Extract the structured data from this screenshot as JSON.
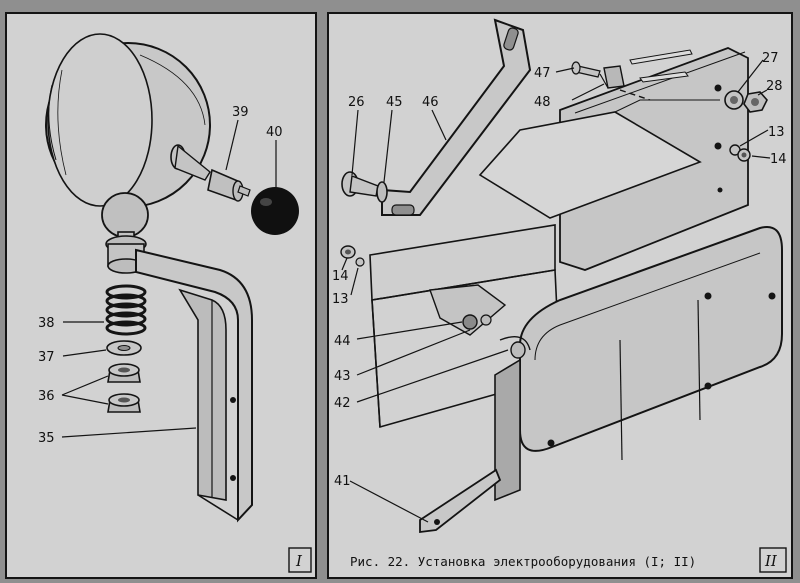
{
  "panel_left": {
    "roman": "I",
    "callouts": [
      {
        "id": "c39",
        "text": "39"
      },
      {
        "id": "c40",
        "text": "40"
      },
      {
        "id": "c38",
        "text": "38"
      },
      {
        "id": "c37",
        "text": "37"
      },
      {
        "id": "c36",
        "text": "36"
      },
      {
        "id": "c35",
        "text": "35"
      }
    ]
  },
  "panel_right": {
    "roman": "II",
    "caption": "Рис. 22. Установка электрооборудования (I; II)",
    "callouts": [
      {
        "id": "c26",
        "text": "26"
      },
      {
        "id": "c45",
        "text": "45"
      },
      {
        "id": "c46",
        "text": "46"
      },
      {
        "id": "c47",
        "text": "47"
      },
      {
        "id": "c48",
        "text": "48"
      },
      {
        "id": "c27",
        "text": "27"
      },
      {
        "id": "c28",
        "text": "28"
      },
      {
        "id": "c13a",
        "text": "13"
      },
      {
        "id": "c14a",
        "text": "14"
      },
      {
        "id": "c14b",
        "text": "14"
      },
      {
        "id": "c13b",
        "text": "13"
      },
      {
        "id": "c44",
        "text": "44"
      },
      {
        "id": "c43",
        "text": "43"
      },
      {
        "id": "c42",
        "text": "42"
      },
      {
        "id": "c41",
        "text": "41"
      }
    ]
  },
  "colors": {
    "background": "#8f8f8f",
    "paper": "#d2d2d2",
    "ink": "#141414"
  }
}
